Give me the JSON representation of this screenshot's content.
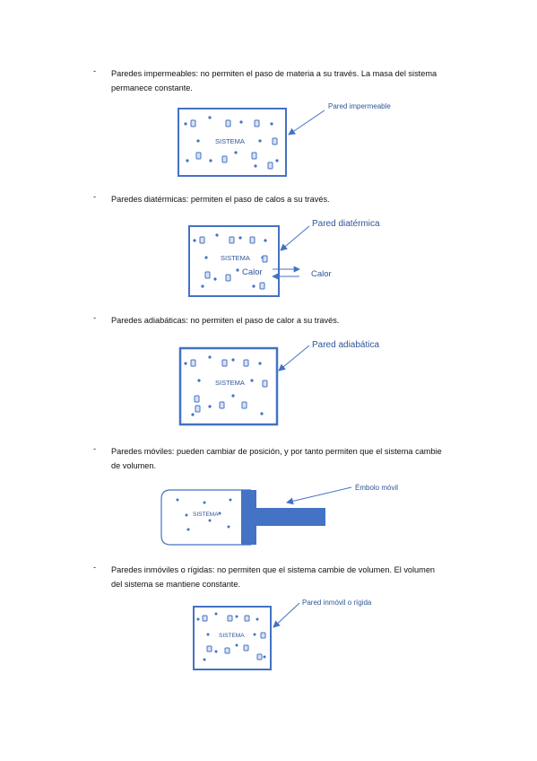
{
  "items": [
    {
      "dash": "-",
      "text": "Paredes impermeables: no permiten el paso de materia a su través. La masa del sistema permanece constante."
    },
    {
      "dash": "-",
      "text": "Paredes diatérmicas: permiten el paso de calos a su través."
    },
    {
      "dash": "-",
      "text": "Paredes adiabáticas: no permiten el paso de calor a su través."
    },
    {
      "dash": "-",
      "text": "Paredes móviles: pueden cambiar de posición, y por tanto permiten que el sistema cambie de volumen."
    },
    {
      "dash": "-",
      "text": "Paredes inmóviles o rígidas: no permiten que el sistema cambie de volumen. El volumen del sistema se mantiene constante."
    }
  ],
  "figures": {
    "impermeable": {
      "system": "SISTEMA",
      "label": "Pared impermeable"
    },
    "diatermica": {
      "system": "SISTEMA",
      "label": "Pared diatérmica",
      "heat_inside": "Calor",
      "heat_outside": "Calor"
    },
    "adiabatica": {
      "system": "SISTEMA",
      "label": "Pared adiabática"
    },
    "movil": {
      "system": "SISTEMA",
      "label": "Émbolo móvil"
    },
    "rigida": {
      "system": "SISTEMA",
      "label": "Pared inmóvil o rígida"
    }
  },
  "colors": {
    "accent": "#4472c4",
    "label": "#2f5597"
  }
}
